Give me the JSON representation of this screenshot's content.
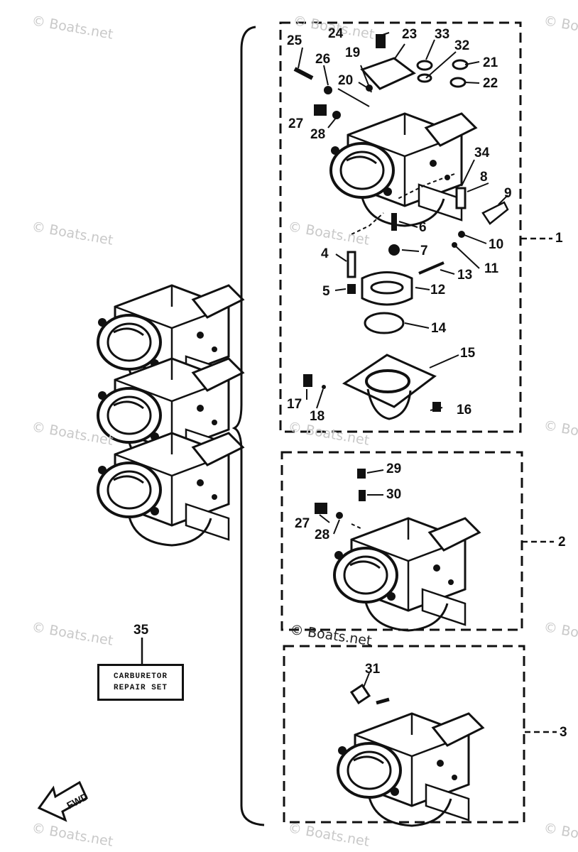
{
  "watermark": "© Boats.net",
  "ref_numbers": [
    "1",
    "2",
    "3",
    "4",
    "5",
    "6",
    "7",
    "8",
    "9",
    "10",
    "11",
    "12",
    "13",
    "14",
    "15",
    "16",
    "17",
    "18",
    "19",
    "20",
    "21",
    "22",
    "23",
    "24",
    "25",
    "26",
    "27",
    "28",
    "29",
    "30",
    "31",
    "32",
    "33",
    "34",
    "35"
  ],
  "group2_labels": {
    "a": "27",
    "b": "28"
  },
  "repair_set": {
    "line1": "CARBURETOR",
    "line2": "REPAIR SET"
  },
  "fwd_label": "FWD"
}
